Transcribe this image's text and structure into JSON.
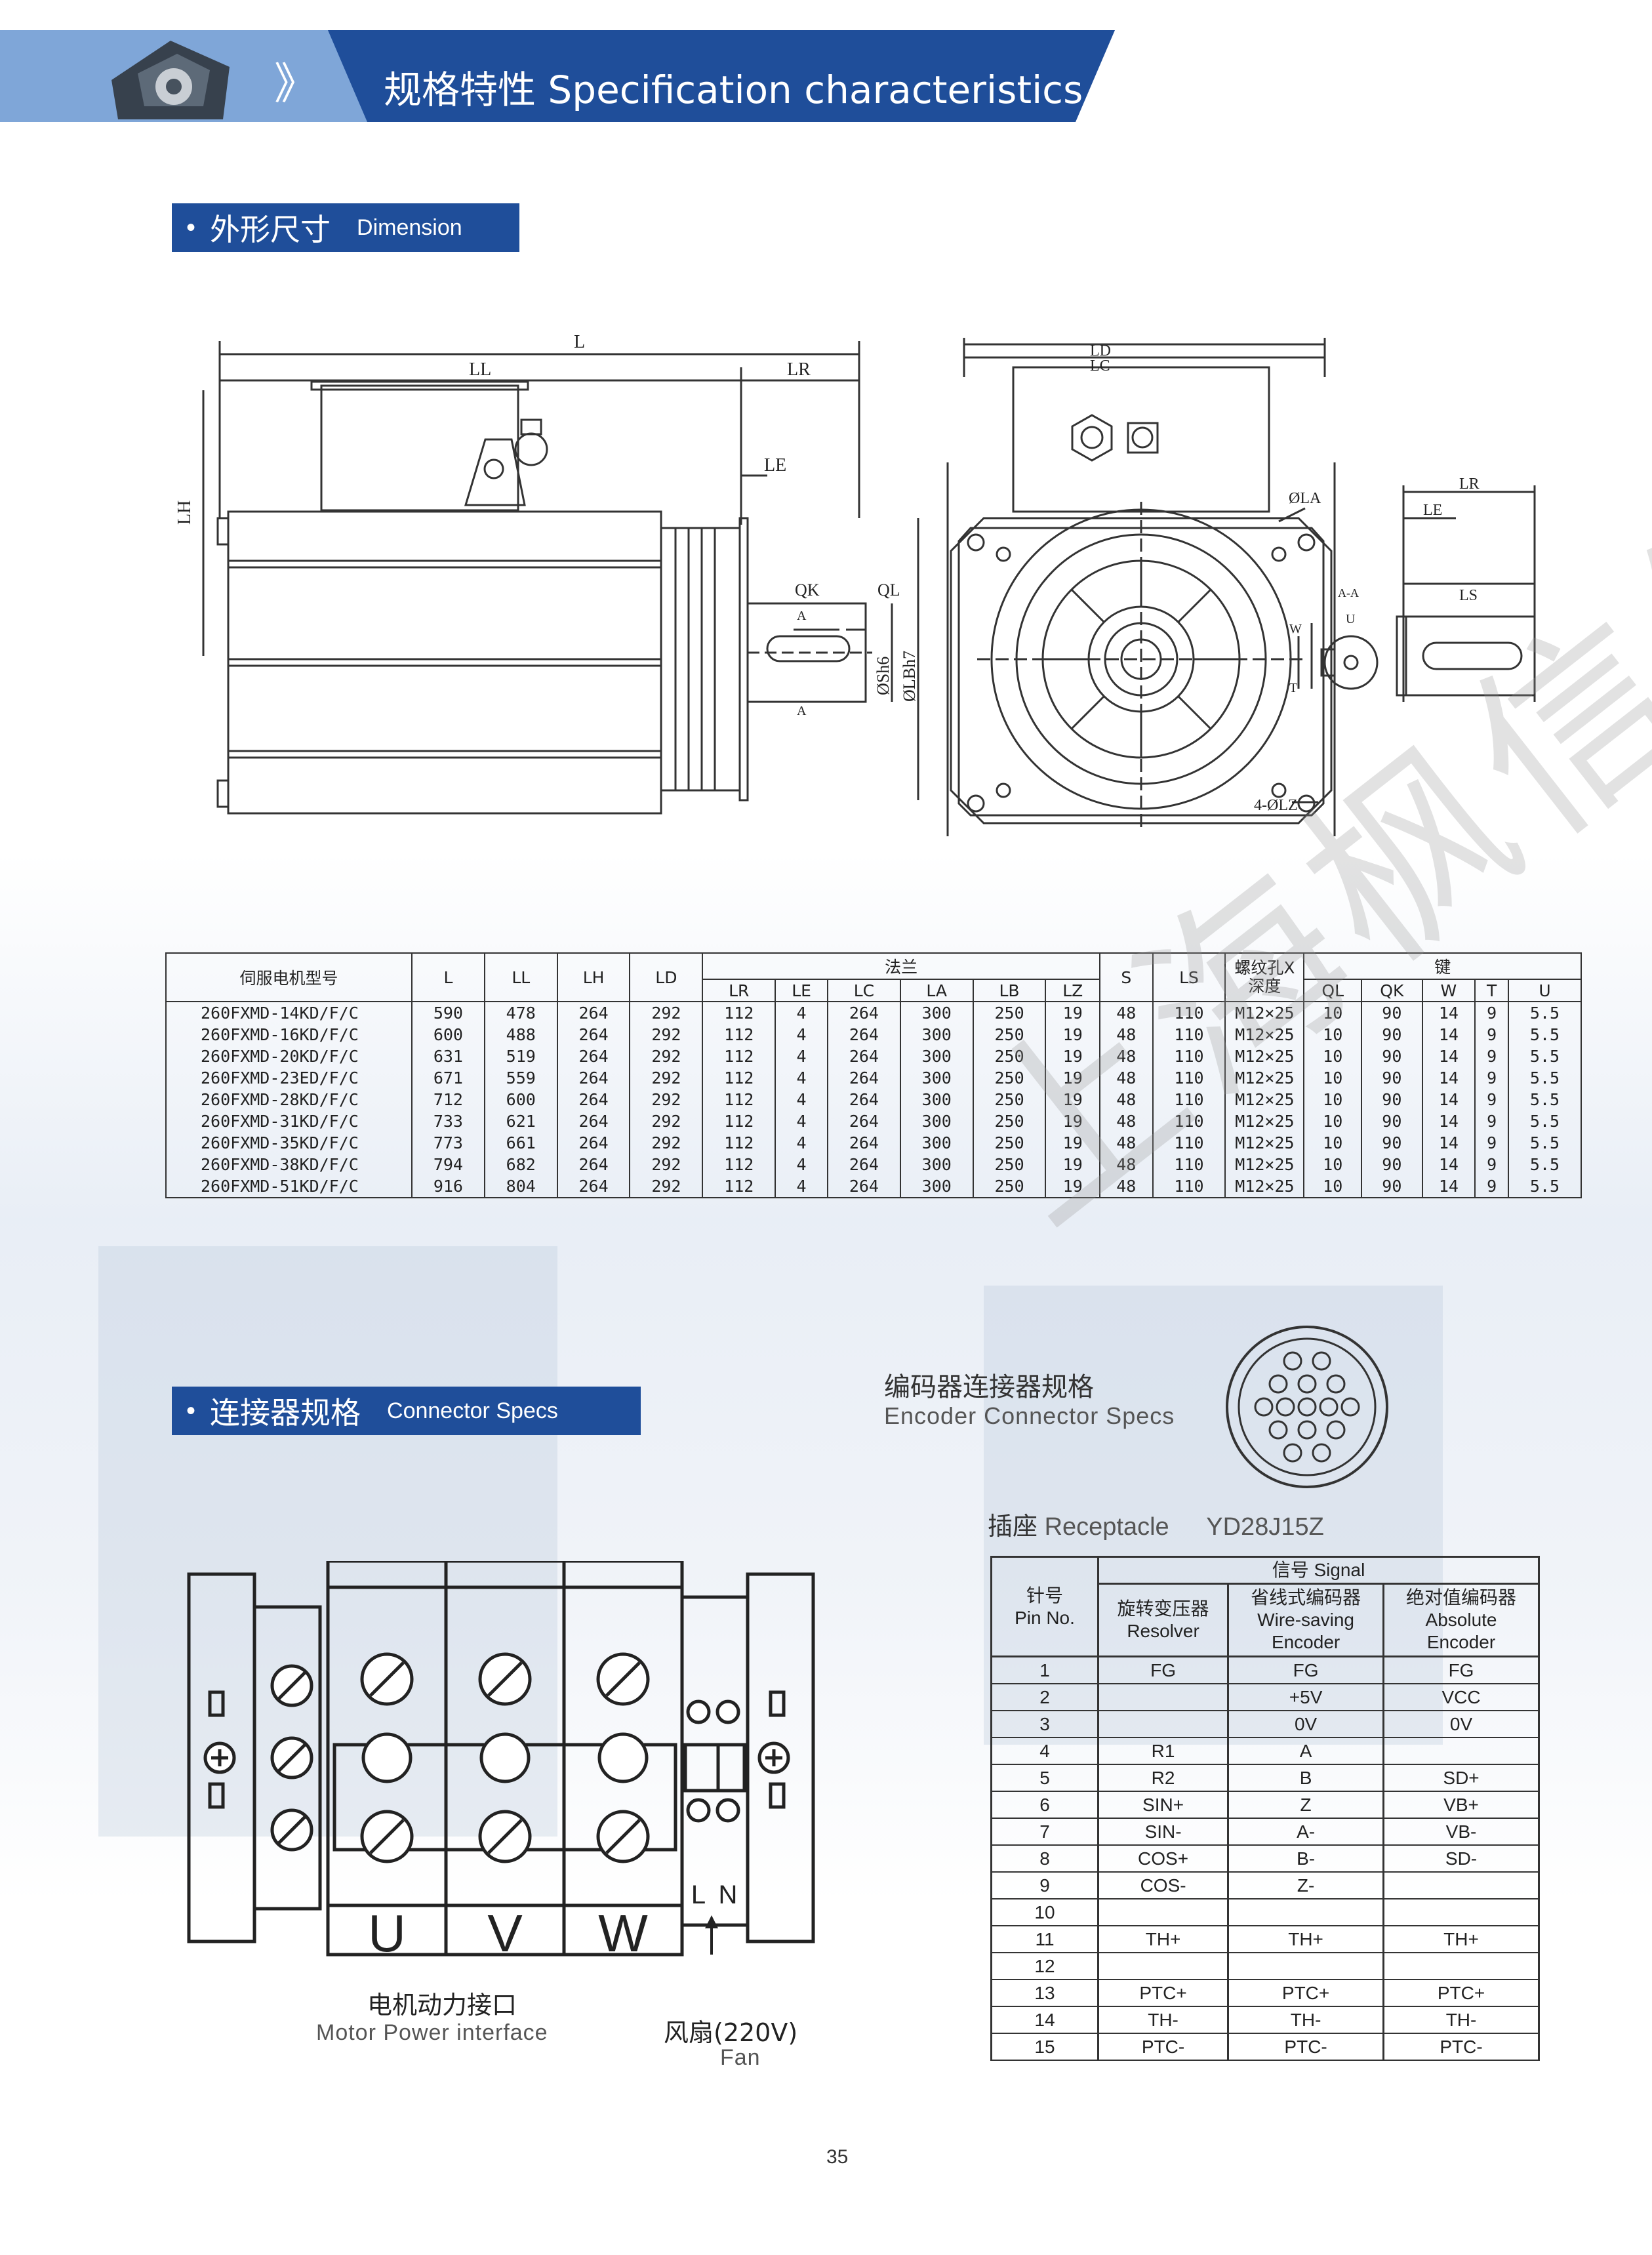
{
  "header": {
    "title": "规格特性 Specification characteristics",
    "chevron": "》"
  },
  "dimension_section": {
    "zh": "外形尺寸",
    "en": "Dimension"
  },
  "drawing_labels": {
    "side": {
      "L": "L",
      "LL": "LL",
      "LR": "LR",
      "LE": "LE",
      "LH": "LH",
      "QK": "QK",
      "QL": "QL",
      "S": "ØSh6",
      "LB": "ØLBh7",
      "A": "A"
    },
    "front": {
      "LD": "LD",
      "LC": "LC",
      "LA": "ØLA",
      "LZ": "4-ØLZ"
    },
    "shaft": {
      "LR": "LR",
      "LE": "LE",
      "LS": "LS",
      "AA": "A-A",
      "W": "W",
      "U": "U",
      "T": "T"
    }
  },
  "spec_table": {
    "model_header": "伺服电机型号",
    "flange_header": "法兰",
    "thread_header": "螺纹孔X深度",
    "key_header": "键",
    "single_headers": {
      "L": "L",
      "LL": "LL",
      "LH": "LH",
      "LD": "LD",
      "S": "S",
      "LS": "LS"
    },
    "flange_cols": [
      "LR",
      "LE",
      "LC",
      "LA",
      "LB",
      "LZ"
    ],
    "key_cols": [
      "QL",
      "QK",
      "W",
      "T",
      "U"
    ],
    "rows": [
      [
        "260FXMD-14KD/F/C",
        "590",
        "478",
        "264",
        "292",
        "112",
        "4",
        "264",
        "300",
        "250",
        "19",
        "48",
        "110",
        "M12×25",
        "10",
        "90",
        "14",
        "9",
        "5.5"
      ],
      [
        "260FXMD-16KD/F/C",
        "600",
        "488",
        "264",
        "292",
        "112",
        "4",
        "264",
        "300",
        "250",
        "19",
        "48",
        "110",
        "M12×25",
        "10",
        "90",
        "14",
        "9",
        "5.5"
      ],
      [
        "260FXMD-20KD/F/C",
        "631",
        "519",
        "264",
        "292",
        "112",
        "4",
        "264",
        "300",
        "250",
        "19",
        "48",
        "110",
        "M12×25",
        "10",
        "90",
        "14",
        "9",
        "5.5"
      ],
      [
        "260FXMD-23ED/F/C",
        "671",
        "559",
        "264",
        "292",
        "112",
        "4",
        "264",
        "300",
        "250",
        "19",
        "48",
        "110",
        "M12×25",
        "10",
        "90",
        "14",
        "9",
        "5.5"
      ],
      [
        "260FXMD-28KD/F/C",
        "712",
        "600",
        "264",
        "292",
        "112",
        "4",
        "264",
        "300",
        "250",
        "19",
        "48",
        "110",
        "M12×25",
        "10",
        "90",
        "14",
        "9",
        "5.5"
      ],
      [
        "260FXMD-31KD/F/C",
        "733",
        "621",
        "264",
        "292",
        "112",
        "4",
        "264",
        "300",
        "250",
        "19",
        "48",
        "110",
        "M12×25",
        "10",
        "90",
        "14",
        "9",
        "5.5"
      ],
      [
        "260FXMD-35KD/F/C",
        "773",
        "661",
        "264",
        "292",
        "112",
        "4",
        "264",
        "300",
        "250",
        "19",
        "48",
        "110",
        "M12×25",
        "10",
        "90",
        "14",
        "9",
        "5.5"
      ],
      [
        "260FXMD-38KD/F/C",
        "794",
        "682",
        "264",
        "292",
        "112",
        "4",
        "264",
        "300",
        "250",
        "19",
        "48",
        "110",
        "M12×25",
        "10",
        "90",
        "14",
        "9",
        "5.5"
      ],
      [
        "260FXMD-51KD/F/C",
        "916",
        "804",
        "264",
        "292",
        "112",
        "4",
        "264",
        "300",
        "250",
        "19",
        "48",
        "110",
        "M12×25",
        "10",
        "90",
        "14",
        "9",
        "5.5"
      ]
    ]
  },
  "connector_section": {
    "zh": "连接器规格",
    "en": "Connector Specs"
  },
  "encoder": {
    "title_zh": "编码器连接器规格",
    "title_en": "Encoder Connector Specs"
  },
  "receptacle": {
    "zh": "插座",
    "en": "Receptacle",
    "model": "YD28J15Z"
  },
  "pin_table": {
    "pin_header_zh": "针号",
    "pin_header_en": "Pin No.",
    "signal_header": "信号 Signal",
    "col1_zh": "旋转变压器",
    "col1_en": "Resolver",
    "col2_zh": "省线式编码器",
    "col2_en1": "Wire-saving",
    "col2_en2": "Encoder",
    "col3_zh": "绝对值编码器",
    "col3_en1": "Absolute",
    "col3_en2": "Encoder",
    "rows": [
      [
        "1",
        "FG",
        "FG",
        "FG"
      ],
      [
        "2",
        "",
        "+5V",
        "VCC"
      ],
      [
        "3",
        "",
        "0V",
        "0V"
      ],
      [
        "4",
        "R1",
        "A",
        ""
      ],
      [
        "5",
        "R2",
        "B",
        "SD+"
      ],
      [
        "6",
        "SIN+",
        "Z",
        "VB+"
      ],
      [
        "7",
        "SIN-",
        "A-",
        "VB-"
      ],
      [
        "8",
        "COS+",
        "B-",
        "SD-"
      ],
      [
        "9",
        "COS-",
        "Z-",
        ""
      ],
      [
        "10",
        "",
        "",
        ""
      ],
      [
        "11",
        "TH+",
        "TH+",
        "TH+"
      ],
      [
        "12",
        "",
        "",
        ""
      ],
      [
        "13",
        "PTC+",
        "PTC+",
        "PTC+"
      ],
      [
        "14",
        "TH-",
        "TH-",
        "TH-"
      ],
      [
        "15",
        "PTC-",
        "PTC-",
        "PTC-"
      ]
    ]
  },
  "terminal": {
    "U": "U",
    "V": "V",
    "W": "W",
    "L": "L",
    "N": "N"
  },
  "motor_power": {
    "zh": "电机动力接口",
    "en": "Motor Power interface"
  },
  "fan": {
    "zh": "风扇(220V)",
    "en": "Fan"
  },
  "watermark": "上海枫信传动",
  "page_number": "35",
  "colors": {
    "header_dark": "#1f4e9a",
    "header_light": "#7fa6d8",
    "line": "#333333"
  }
}
